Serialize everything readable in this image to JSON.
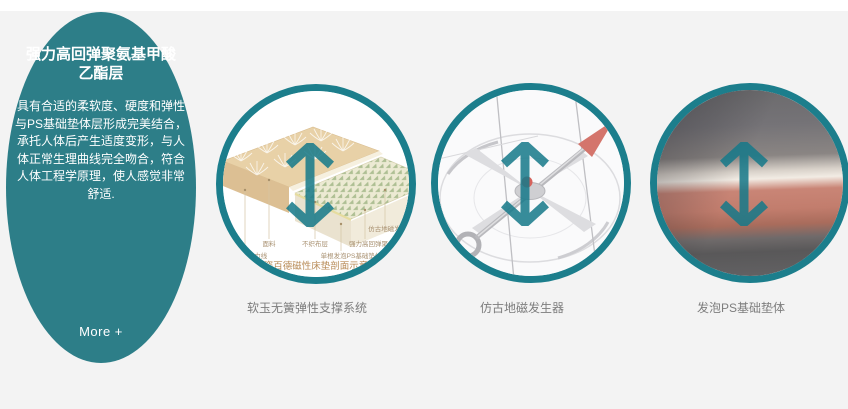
{
  "page": {
    "background_color": "#f3f3f3",
    "top_strip_color": "#ffffff"
  },
  "colors": {
    "teal_oval": "#2d7e88",
    "circle_ring": "#1c7e8c",
    "arrow_icon": "#177a8a",
    "caption_text": "#7d7d7d",
    "compass_arrow_red": "#d4756c",
    "foam_salmon": "#c27d6d"
  },
  "promo_card": {
    "title_line1": "强力高回弹聚氨基甲酸",
    "title_line2": "乙酯层",
    "body": "具有合适的柔软度、硬度和弹性与PS基础垫体层形成完美结合，承托人体后产生适度变形，与人体正常生理曲线完全吻合，符合人体工程学原理，使人感觉非常舒适.",
    "more_label": "More +"
  },
  "features": [
    {
      "caption": "软玉无簧弹性支撑系统",
      "image": "mattress-cross-section-diagram",
      "diagram": {
        "labels": [
          "面料",
          "模拟磁力线",
          "不织布层",
          "单根发泡PS基础垫体",
          "强力高回弹聚氨酯",
          "仿古地磁发生器"
        ],
        "caption": "康姿百德磁性床垫剖面示意图"
      }
    },
    {
      "caption": "仿古地磁发生器",
      "image": "compass-needle-photo"
    },
    {
      "caption": "发泡PS基础垫体",
      "image": "foam-base-photo"
    }
  ],
  "arrow_icon_name": "double-vertical-arrow"
}
